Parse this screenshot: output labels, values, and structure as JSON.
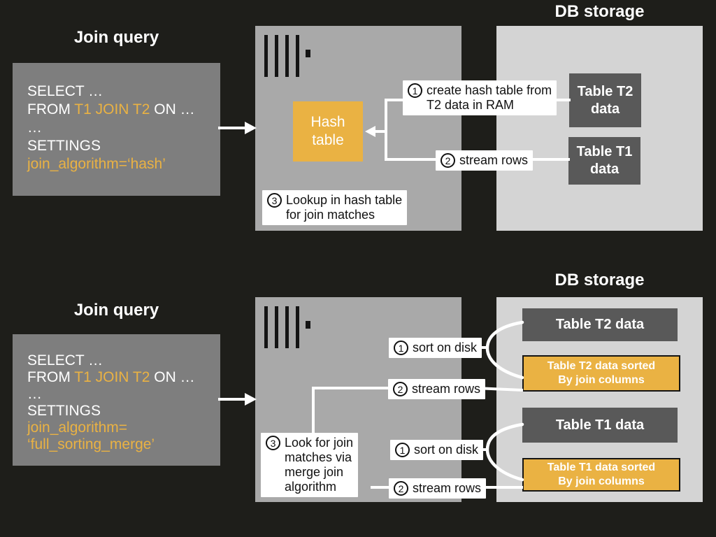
{
  "colors": {
    "background": "#1e1e1a",
    "query_box": "#7e7e7e",
    "server_box": "#a9a9a9",
    "db_box": "#d4d4d4",
    "table_box": "#595959",
    "accent_orange": "#eab243",
    "label_bg": "#ffffff",
    "line": "#ffffff",
    "text_light": "#ffffff",
    "text_dark": "#111111"
  },
  "hash_join": {
    "heading": "Join query",
    "query": {
      "line1": "SELECT …",
      "line2_from": "FROM ",
      "line2_tables": "T1 JOIN T2",
      "line2_on": " ON …",
      "line3": "…",
      "line4": "SETTINGS",
      "line5": "join_algorithm=‘hash’"
    },
    "server": {
      "hash_table_label": "Hash\ntable"
    },
    "steps": {
      "create_hash": {
        "num": "1",
        "text": "create hash table from\nT2 data in RAM"
      },
      "stream_rows": {
        "num": "2",
        "text": "stream rows"
      },
      "lookup": {
        "num": "3",
        "text": "Lookup in hash table\nfor join matches"
      }
    },
    "db": {
      "title": "DB storage",
      "table_t2": "Table T2\ndata",
      "table_t1": "Table T1\ndata"
    }
  },
  "merge_join": {
    "heading": "Join query",
    "query": {
      "line1": "SELECT …",
      "line2_from": "FROM ",
      "line2_tables": "T1 JOIN T2",
      "line2_on": " ON …",
      "line3": "…",
      "line4": "SETTINGS",
      "line5": "join_algorithm=",
      "line6": "‘full_sorting_merge’"
    },
    "steps": {
      "sort_t2": {
        "num": "1",
        "text": "sort on disk"
      },
      "stream_t2": {
        "num": "2",
        "text": "stream rows"
      },
      "look_for_matches": {
        "num": "3",
        "text": "Look for join\nmatches via\nmerge join\nalgorithm"
      },
      "sort_t1": {
        "num": "1",
        "text": "sort on disk"
      },
      "stream_t1": {
        "num": "2",
        "text": "stream rows"
      }
    },
    "db": {
      "title": "DB storage",
      "table_t2": "Table T2 data",
      "table_t2_sorted": "Table T2 data sorted\nBy join columns",
      "table_t1": "Table T1 data",
      "table_t1_sorted": "Table T1 data sorted\nBy join columns"
    }
  }
}
